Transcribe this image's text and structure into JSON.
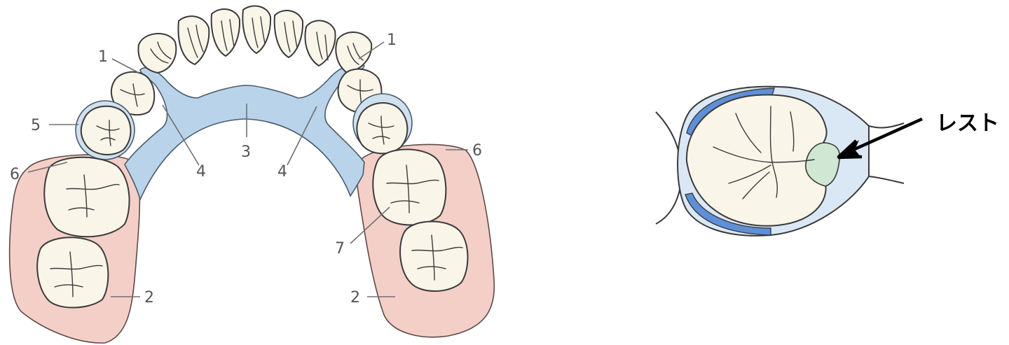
{
  "figure": {
    "labels": {
      "clasp_left": "1",
      "clasp_right": "1",
      "denture_base_left": "2",
      "denture_base_right": "2",
      "major_connector": "3",
      "minor_connector_left": "4",
      "minor_connector_right": "4",
      "ring_clasp": "5",
      "rest_left": "6",
      "rest_right": "6",
      "artificial_tooth": "7"
    },
    "rest_label": "レスト",
    "colors": {
      "metal_framework": "#b9d3ea",
      "clasp_arm_dark": "#5f8fd8",
      "denture_base": "#f4cfc8",
      "rest_seat": "#cfe7d3",
      "tooth": "#f9f5e9"
    }
  }
}
